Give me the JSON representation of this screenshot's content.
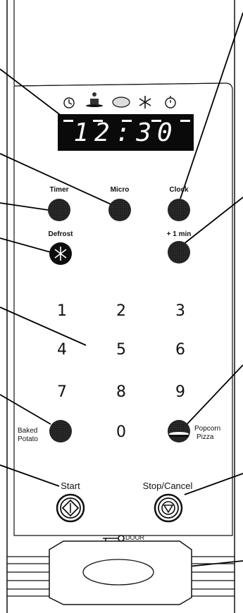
{
  "display": {
    "time": "12:30"
  },
  "program_icons": [
    "clock-icon",
    "cake-icon",
    "potato-icon",
    "defrost-icon",
    "timer-icon"
  ],
  "buttons": {
    "timer": "Timer",
    "micro": "Micro",
    "clock": "Clock",
    "defrost": "Defrost",
    "plus_one_min": "+ 1 min",
    "baked_potato_line1": "Baked",
    "baked_potato_line2": "Potato",
    "popcorn": "Popcorn",
    "pizza": "Pizza",
    "start": "Start",
    "stop_cancel": "Stop/Cancel"
  },
  "keypad": [
    "1",
    "2",
    "3",
    "4",
    "5",
    "6",
    "7",
    "8",
    "9",
    "0"
  ],
  "door_label": "DOOR",
  "colors": {
    "button_fill": "#2b2b2b",
    "display_bg": "#0a0a0a",
    "display_text": "#ffffff"
  }
}
